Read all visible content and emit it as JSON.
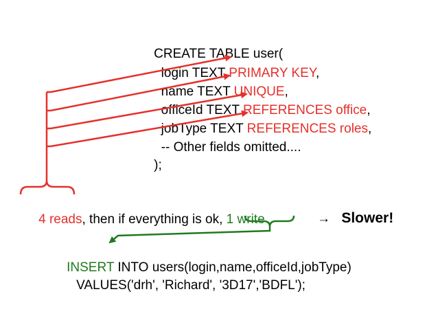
{
  "colors": {
    "red": "#e5302b",
    "green": "#1f7a1f",
    "text": "#000000",
    "background": "#ffffff"
  },
  "create_sql": {
    "line1": "CREATE TABLE user(",
    "login_prefix": "  login TEXT ",
    "login_constraint": "PRIMARY KEY",
    "login_suffix": ",",
    "name_prefix": "  name TEXT ",
    "name_constraint": "UNIQUE",
    "name_suffix": ",",
    "office_prefix": "  officeId TEXT ",
    "office_constraint": "REFERENCES office",
    "office_suffix": ",",
    "job_prefix": "  jobType TEXT ",
    "job_constraint": "REFERENCES roles",
    "job_suffix": ",",
    "comment": "  -- Other fields omitted....",
    "close": ");"
  },
  "summary": {
    "reads": "4 reads",
    "middle": ", then if everything is ok, ",
    "write": "1 write",
    "arrow": "→",
    "slower": "Slower!"
  },
  "insert_sql": {
    "keyword": "INSERT",
    "rest": " INTO users(login,name,officeId,jobType)",
    "values": "VALUES('drh', 'Richard', '3D17','BDFL');"
  }
}
